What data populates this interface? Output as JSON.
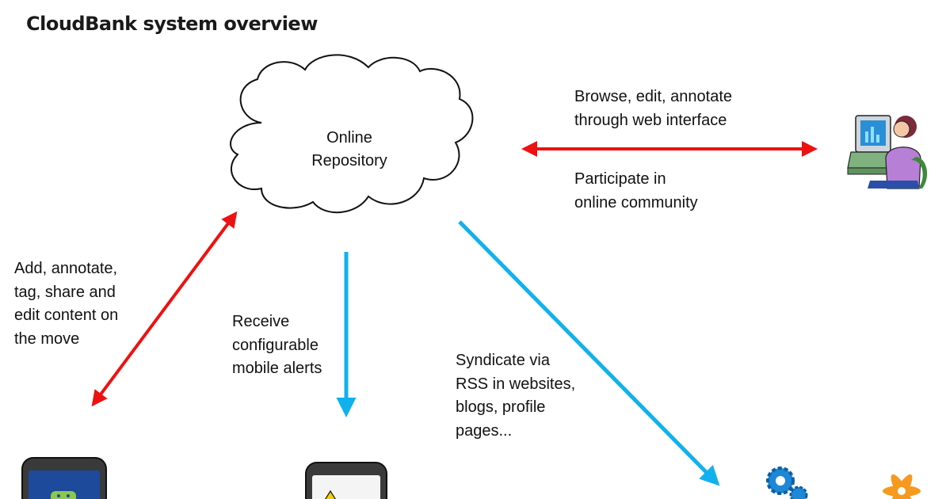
{
  "title": "CloudBank system overview",
  "repository": {
    "line1": "Online",
    "line2": "Repository"
  },
  "labels": {
    "web_top": [
      "Browse, edit, annotate",
      "through web interface"
    ],
    "web_bottom": [
      "Participate in",
      "online community"
    ],
    "mobile_edit": [
      "Add, annotate,",
      "tag, share and",
      "edit content on",
      "the move"
    ],
    "alerts": [
      "Receive",
      "configurable",
      "mobile alerts"
    ],
    "syndicate": [
      "Syndicate via",
      "RSS in websites,",
      "blogs, profile",
      "pages..."
    ]
  },
  "colors": {
    "bidirectional_arrow": "#ee1111",
    "one_way_arrow": "#11b1ee"
  },
  "icons": [
    "cloud-icon",
    "user-at-computer-icon",
    "android-phone-icon",
    "alert-phone-icon",
    "gears-icon",
    "starburst-logo-icon"
  ]
}
